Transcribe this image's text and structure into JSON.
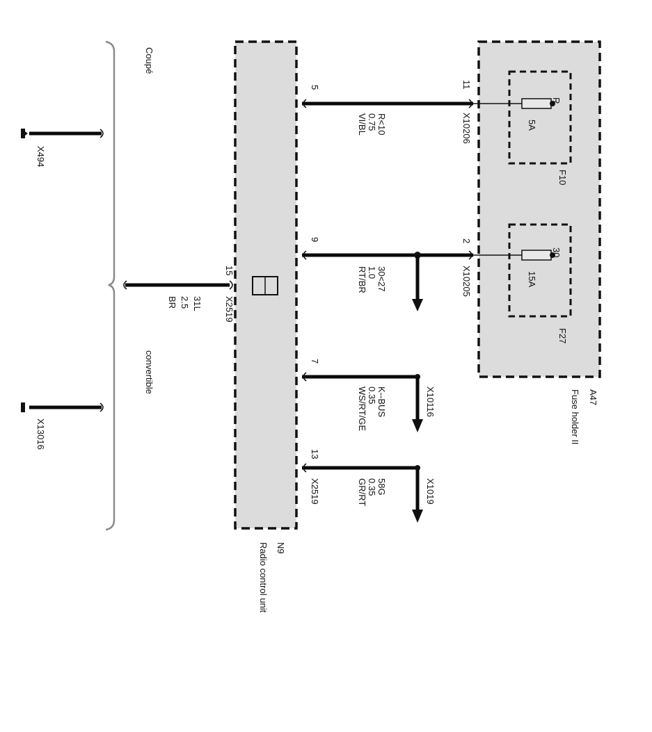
{
  "diagram": {
    "orientation": "rotated-90-clockwise",
    "components": {
      "fuse_holder": {
        "id": "A47",
        "name": "Fuse holder II",
        "fuses": [
          {
            "id": "F10",
            "rating": "5A",
            "terminal": "R"
          },
          {
            "id": "F27",
            "rating": "15A",
            "terminal": "30"
          }
        ]
      },
      "radio_control_unit": {
        "id": "N9",
        "name": "Radio control unit"
      }
    },
    "wires": [
      {
        "from_pin": "11",
        "from_connector": "X10206",
        "to_pin": "5",
        "signal": "R<10",
        "gauge": "0.75",
        "color": "VI/BL"
      },
      {
        "from_pin": "2",
        "from_connector": "X10205",
        "to_pin": "9",
        "signal": "30<27",
        "gauge": "1.0",
        "color": "RT/BR"
      },
      {
        "to_pin": "7",
        "connector": "X10116",
        "signal": "K--BUS",
        "gauge": "0.35",
        "color": "WS/RT/GE"
      },
      {
        "to_pin": "13",
        "connector": "X1019",
        "local_connector": "X2519",
        "signal": "58G",
        "gauge": "0.35",
        "color": "GR/RT"
      },
      {
        "to_pin": "15",
        "connector": "X2519",
        "signal": "31L",
        "gauge": "2.5",
        "color": "BR"
      }
    ],
    "grounds": [
      {
        "label": "X494",
        "variant": "Coupé"
      },
      {
        "label": "X13016",
        "variant": "convertible"
      }
    ],
    "variant_marks": {
      "coupe_mark": "~",
      "convertible_mark": "~"
    }
  }
}
